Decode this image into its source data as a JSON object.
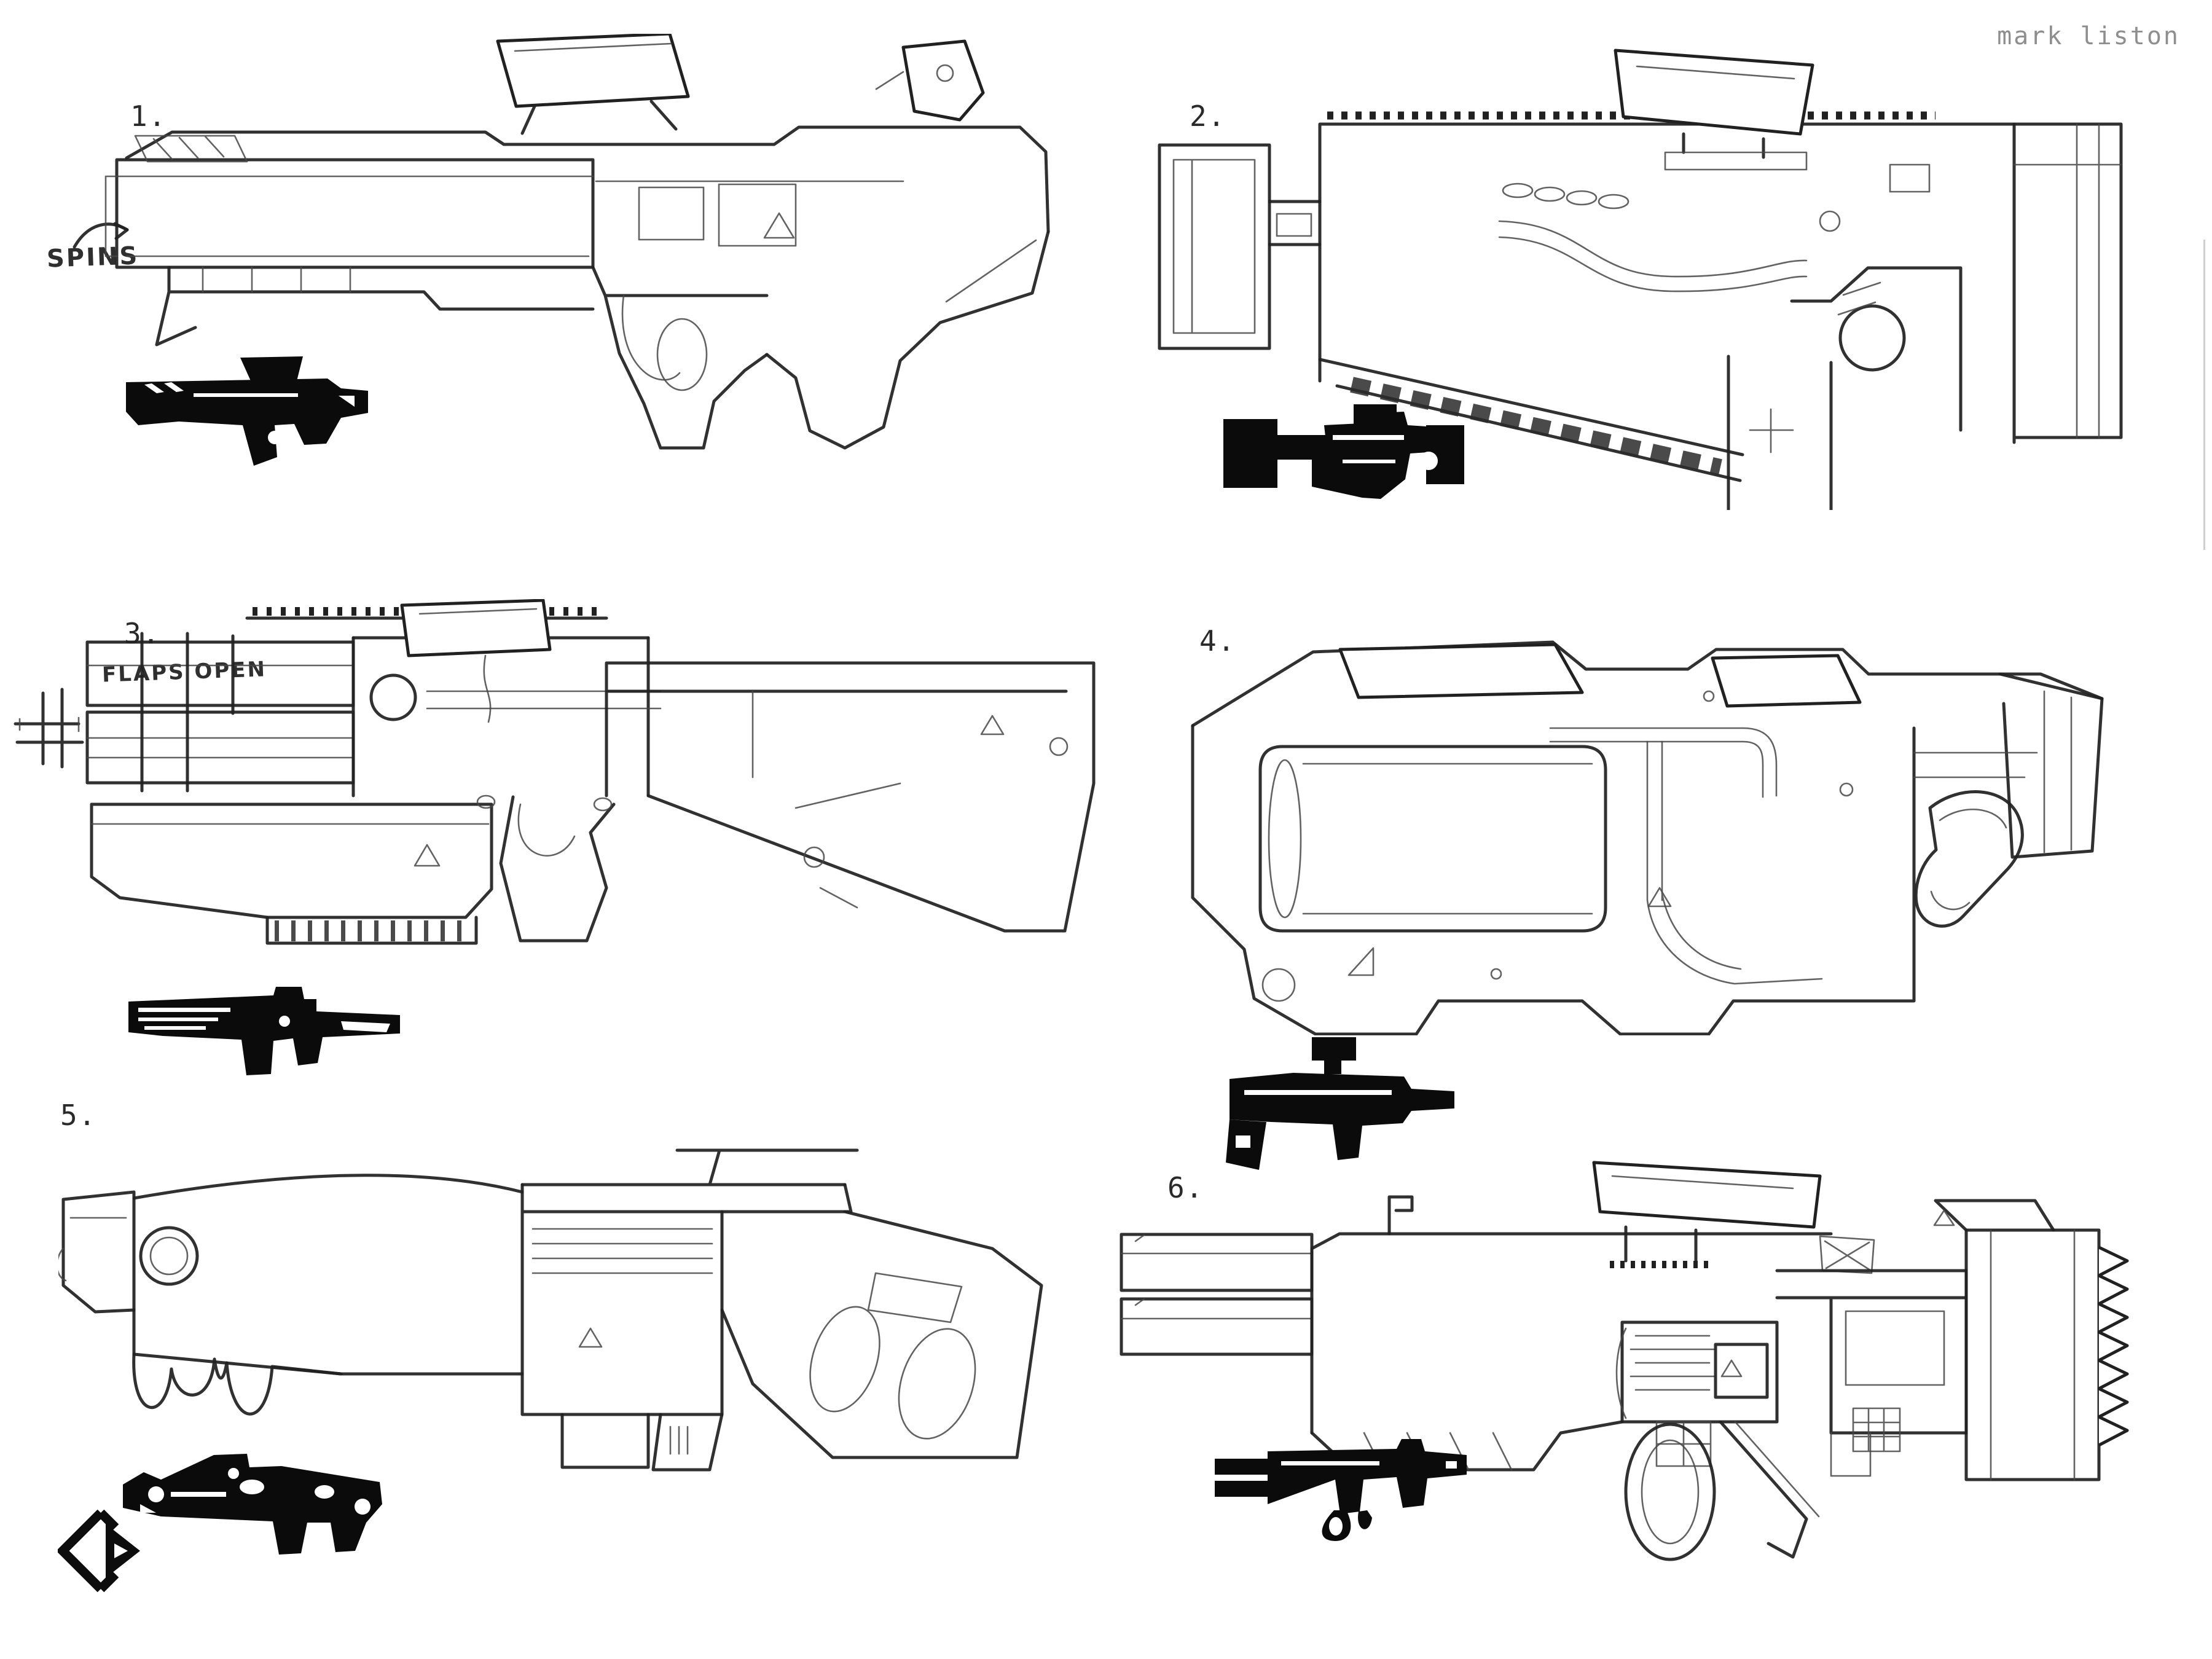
{
  "page": {
    "artist_credit": "mark liston",
    "background_color": "#ffffff",
    "ink_color": "#212121",
    "credit_color": "#8e8e8e"
  },
  "annotations": {
    "spins_note": "SPINS",
    "flaps_open_note": "FLAPS OPEN"
  },
  "sketches": [
    {
      "label": "1."
    },
    {
      "label": "2."
    },
    {
      "label": "3."
    },
    {
      "label": "4."
    },
    {
      "label": "5."
    },
    {
      "label": "6."
    }
  ]
}
